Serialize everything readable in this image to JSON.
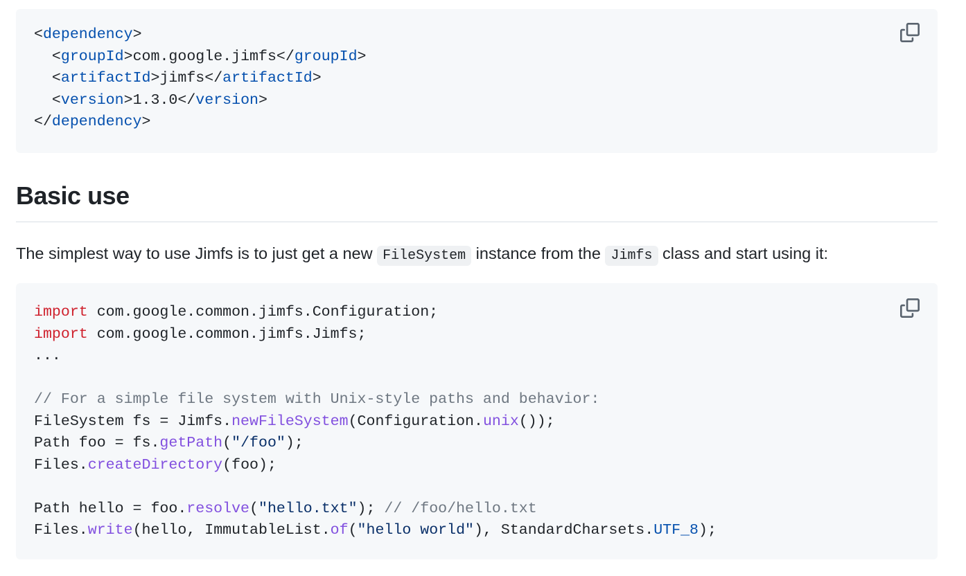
{
  "code_block_1": {
    "lines": [
      [
        [
          "p",
          "<"
        ],
        [
          "tag",
          "dependency"
        ],
        [
          "p",
          ">"
        ]
      ],
      [
        [
          "p",
          "  <"
        ],
        [
          "tag",
          "groupId"
        ],
        [
          "p",
          ">com.google.jimfs</"
        ],
        [
          "tag",
          "groupId"
        ],
        [
          "p",
          ">"
        ]
      ],
      [
        [
          "p",
          "  <"
        ],
        [
          "tag",
          "artifactId"
        ],
        [
          "p",
          ">jimfs</"
        ],
        [
          "tag",
          "artifactId"
        ],
        [
          "p",
          ">"
        ]
      ],
      [
        [
          "p",
          "  <"
        ],
        [
          "tag",
          "version"
        ],
        [
          "p",
          ">1.3.0</"
        ],
        [
          "tag",
          "version"
        ],
        [
          "p",
          ">"
        ]
      ],
      [
        [
          "p",
          "</"
        ],
        [
          "tag",
          "dependency"
        ],
        [
          "p",
          ">"
        ]
      ]
    ]
  },
  "heading": "Basic use",
  "paragraph": {
    "before": "The simplest way to use Jimfs is to just get a new ",
    "code1": "FileSystem",
    "middle": " instance from the ",
    "code2": "Jimfs",
    "after": " class and start using it:"
  },
  "code_block_2": {
    "lines": [
      [
        [
          "kw",
          "import"
        ],
        [
          "p",
          " com.google.common.jimfs.Configuration;"
        ]
      ],
      [
        [
          "kw",
          "import"
        ],
        [
          "p",
          " com.google.common.jimfs.Jimfs;"
        ]
      ],
      [
        [
          "p",
          "..."
        ]
      ],
      [],
      [
        [
          "cm",
          "// For a simple file system with Unix-style paths and behavior:"
        ]
      ],
      [
        [
          "p",
          "FileSystem fs = Jimfs."
        ],
        [
          "fn",
          "newFileSystem"
        ],
        [
          "p",
          "(Configuration."
        ],
        [
          "fn",
          "unix"
        ],
        [
          "p",
          "());"
        ]
      ],
      [
        [
          "p",
          "Path foo = fs."
        ],
        [
          "fn",
          "getPath"
        ],
        [
          "p",
          "("
        ],
        [
          "str",
          "\"/foo\""
        ],
        [
          "p",
          ");"
        ]
      ],
      [
        [
          "p",
          "Files."
        ],
        [
          "fn",
          "createDirectory"
        ],
        [
          "p",
          "(foo);"
        ]
      ],
      [],
      [
        [
          "p",
          "Path hello = foo."
        ],
        [
          "fn",
          "resolve"
        ],
        [
          "p",
          "("
        ],
        [
          "str",
          "\"hello.txt\""
        ],
        [
          "p",
          "); "
        ],
        [
          "cm",
          "// /foo/hello.txt"
        ]
      ],
      [
        [
          "p",
          "Files."
        ],
        [
          "fn",
          "write"
        ],
        [
          "p",
          "(hello, ImmutableList."
        ],
        [
          "fn",
          "of"
        ],
        [
          "p",
          "("
        ],
        [
          "str",
          "\"hello world\""
        ],
        [
          "p",
          "), StandardCharsets."
        ],
        [
          "const",
          "UTF_8"
        ],
        [
          "p",
          ");"
        ]
      ]
    ]
  }
}
